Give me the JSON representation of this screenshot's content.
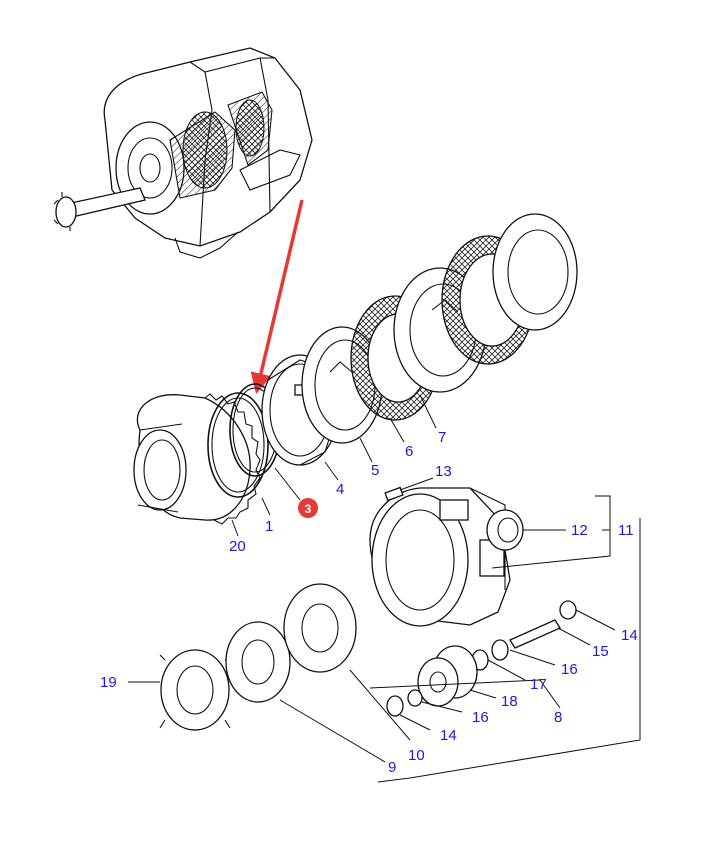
{
  "labels": {
    "l1": "1",
    "l3": "3",
    "l4": "4",
    "l5": "5",
    "l6": "6",
    "l7": "7",
    "l8": "8",
    "l9": "9",
    "l10": "10",
    "l11": "11",
    "l12": "12",
    "l13": "13",
    "l14a": "14",
    "l14b": "14",
    "l15": "15",
    "l16a": "16",
    "l16b": "16",
    "l17": "17",
    "l18": "18",
    "l19": "19",
    "l20": "20"
  },
  "colors": {
    "label_blue": "#1a1ad6",
    "highlight_red": "#e53935",
    "line_black": "#111111"
  }
}
